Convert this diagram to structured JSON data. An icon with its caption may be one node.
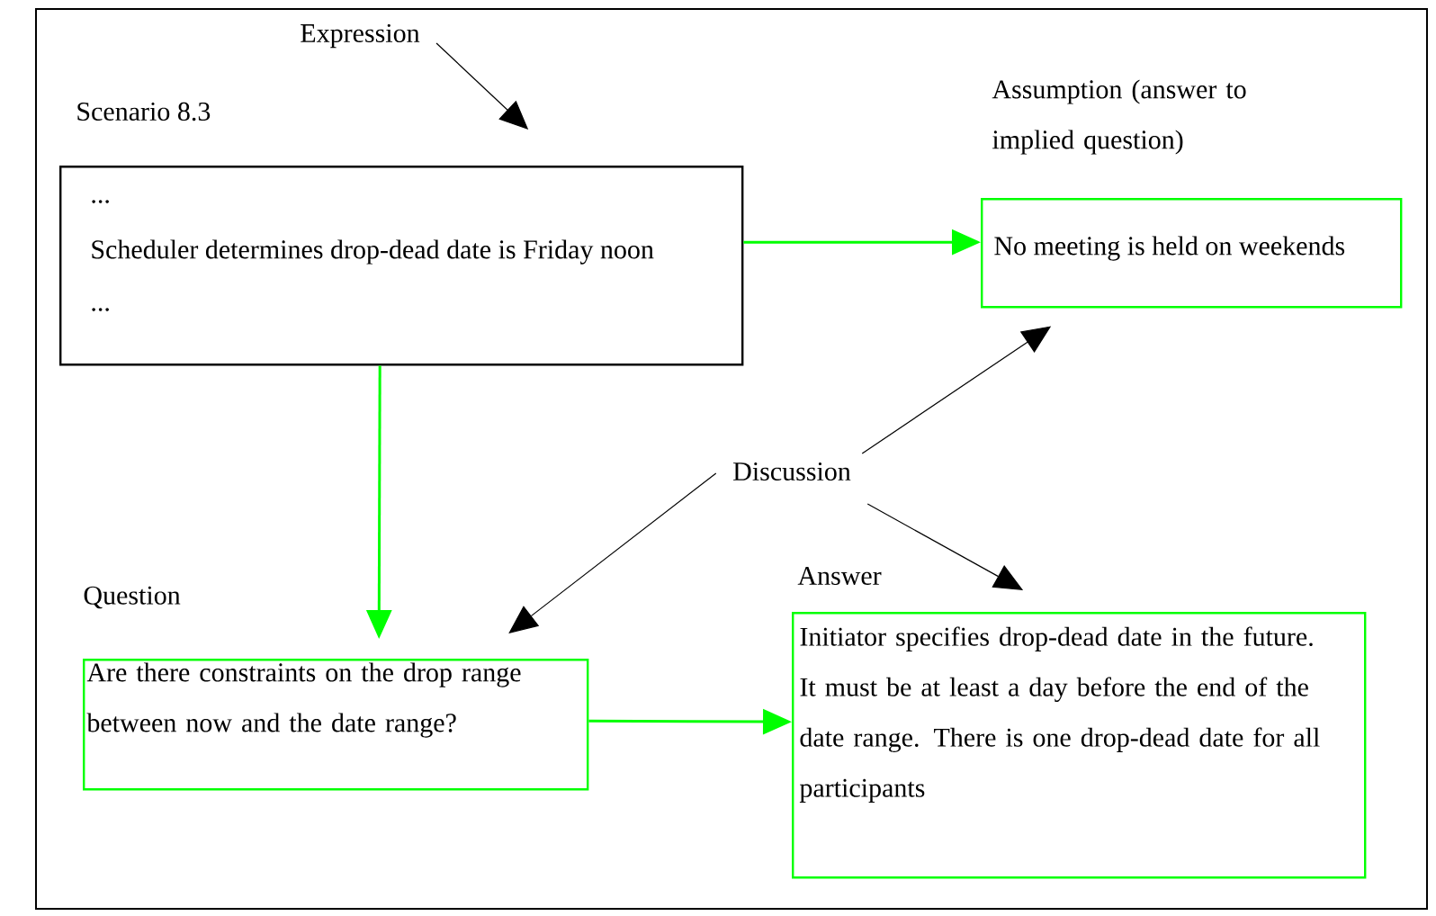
{
  "diagram": {
    "nodes": [
      {
        "text": [
          "Expression"
        ]
      },
      {
        "text": [
          "Scenario 8.3",
          "...",
          "Scheduler determines drop-dead date is Friday noon",
          "..."
        ]
      },
      {
        "text": [
          "Assumption (answer to implied question)",
          "No meeting is held on weekends"
        ]
      },
      {
        "text": [
          "Discussion"
        ]
      },
      {
        "text": [
          "Question",
          "Are there constraints on the drop range between now and the date range?"
        ]
      },
      {
        "text": [
          "Answer",
          "Initiator specifies drop-dead date in the future. It must be at least a day before the end of the date range. There is one drop-dead date for all participants"
        ]
      }
    ],
    "edges": [
      {
        "from": 0,
        "to": 1,
        "arrow": "to"
      },
      {
        "from": 1,
        "to": 2,
        "arrow": "to",
        "color": "#00ff00"
      },
      {
        "from": 1,
        "to": 4,
        "arrow": "to",
        "color": "#00ff00"
      },
      {
        "from": 4,
        "to": 5,
        "arrow": "to",
        "color": "#00ff00"
      },
      {
        "from": 3,
        "to": 2,
        "arrow": "to"
      },
      {
        "from": 3,
        "to": 4,
        "arrow": "to"
      },
      {
        "from": 3,
        "to": 5,
        "arrow": "to"
      }
    ]
  }
}
